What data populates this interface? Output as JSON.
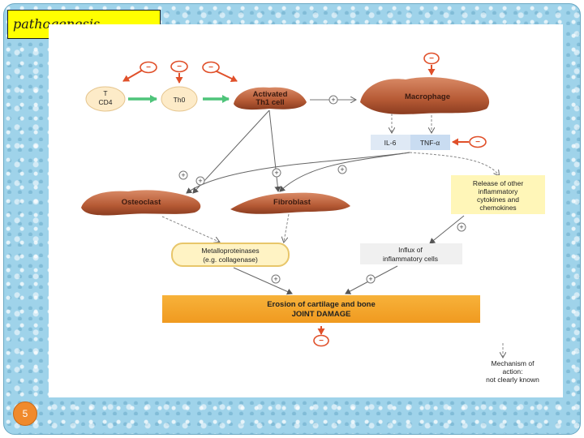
{
  "slide": {
    "title": "pathogenesis",
    "page_number": "5"
  },
  "diagram": {
    "nodes": {
      "t_cd4_top": "T",
      "t_cd4_bottom": "CD4",
      "th0": "Th0",
      "activated_th1_line1": "Activated",
      "activated_th1_line2": "Th1 cell",
      "macrophage": "Macrophage",
      "il6": "IL-6",
      "tnf": "TNF-α",
      "osteoclast": "Osteoclast",
      "fibroblast": "Fibroblast",
      "release_line1": "Release of other",
      "release_line2": "inflammatory",
      "release_line3": "cytokines and",
      "release_line4": "chemokines",
      "metallo_line1": "Metalloproteinases",
      "metallo_line2": "(e.g. collagenase)",
      "influx_line1": "Influx of",
      "influx_line2": "inflammatory cells",
      "erosion_line1": "Erosion of cartilage and bone",
      "erosion_line2": "JOINT DAMAGE"
    },
    "legend": {
      "line1": "Mechanism of",
      "line2": "action:",
      "line3": "not clearly known"
    },
    "symbols": {
      "inhibit": "−",
      "stimulate": "+"
    },
    "colors": {
      "title_bg": "#ffff00",
      "cell_brown": "#b65a35",
      "inhibit_red": "#e0502a",
      "arrow_green": "#4ec47a",
      "erosion_orange": "#f4a62a",
      "label_yellow": "#fff6b8"
    }
  }
}
